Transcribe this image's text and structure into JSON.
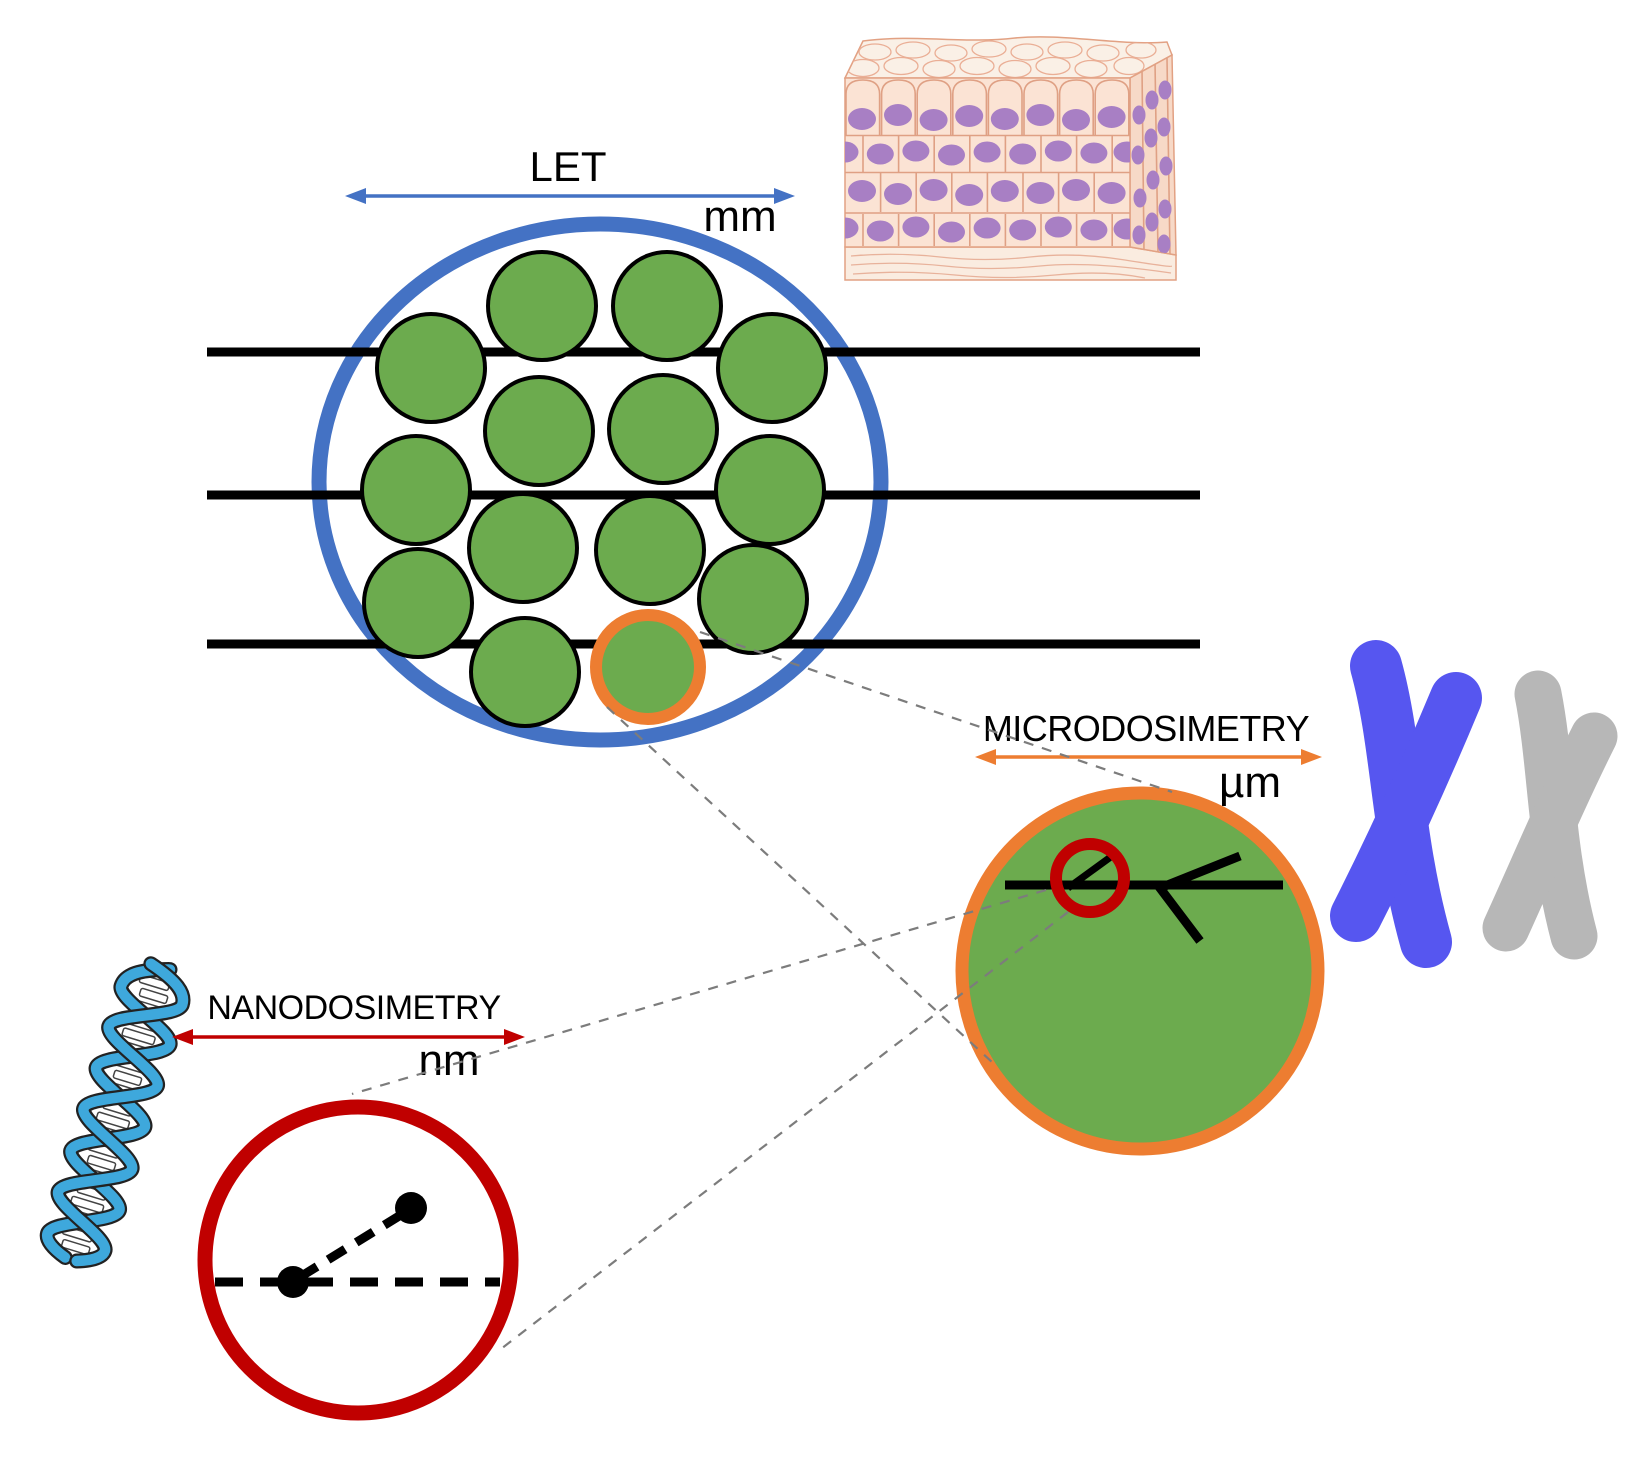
{
  "labels": {
    "let": {
      "text": "LET",
      "unit": "mm"
    },
    "micro": {
      "text": "MICRODOSIMETRY",
      "unit": "µm"
    },
    "nano": {
      "text": "NANODOSIMETRY",
      "unit": "nm"
    }
  },
  "colors": {
    "let_arrow_blue": "#4472C4",
    "cell_green": "#6CAB4E",
    "micro_orange": "#ED7D31",
    "nano_dark_red": "#C00000",
    "track_black": "#000000",
    "connector_gray": "#7C7C7C",
    "chromosome_blue": "#5656F0",
    "chromosome_gray": "#B7B7B7",
    "dna_blue": "#3EA8DC",
    "tissue_face": "#FBE3D4",
    "tissue_top": "#FAF0E6",
    "tissue_side": "#F7D9C7",
    "tissue_outline": "#E2A183",
    "tissue_membrane": "#FAECE0",
    "nucleus_purple": "#A87FC4"
  },
  "icons": [
    "tissue-block-icon",
    "cell-phantom-icon",
    "chromosome-icon",
    "dna-helix-icon",
    "ionization-cluster-icon"
  ]
}
